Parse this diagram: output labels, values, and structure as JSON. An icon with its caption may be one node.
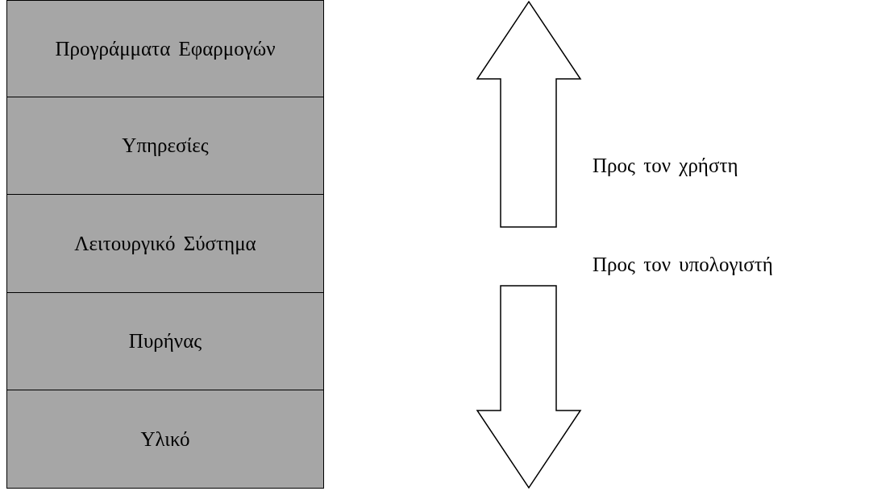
{
  "diagram": {
    "nodes": [
      {
        "text": [
          "Προγράμματα Εφαρμογών"
        ]
      },
      {
        "text": [
          "Υπηρεσίες"
        ]
      },
      {
        "text": [
          "Λειτουργικό Σύστημα"
        ]
      },
      {
        "text": [
          "Πυρήνας"
        ]
      },
      {
        "text": [
          "Υλικό"
        ]
      }
    ],
    "labels": [
      "Προς τον χρήστη",
      "Προς τον υπολογιστή"
    ]
  }
}
